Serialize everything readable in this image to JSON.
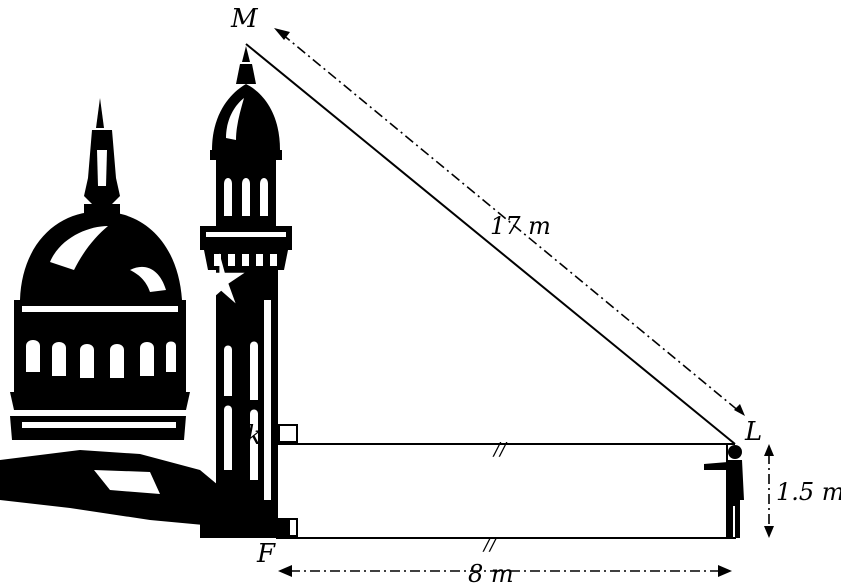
{
  "points": {
    "M": "M",
    "L": "L",
    "K": "k",
    "F": "F"
  },
  "measurements": {
    "hypotenuse": "17 m",
    "base": "8 m",
    "observer_height": "1.5 m"
  },
  "marks": {
    "equal_mark_top": "//",
    "equal_mark_bottom": "//"
  },
  "colors": {
    "ink": "#000000",
    "background": "#ffffff"
  }
}
